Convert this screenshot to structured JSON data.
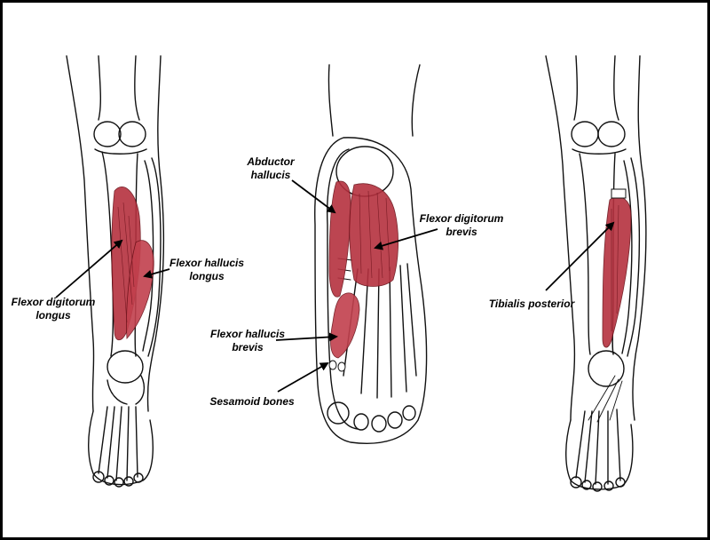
{
  "colors": {
    "muscle": "#b5313f",
    "muscle_light": "#d46a74",
    "outline": "#111111",
    "background": "#ffffff",
    "border": "#000000"
  },
  "labels": {
    "fdl_line1": "Flexor digitorum",
    "fdl_line2": "longus",
    "fhl_line1": "Flexor hallucis",
    "fhl_line2": "longus",
    "ah_line1": "Abductor",
    "ah_line2": "hallucis",
    "fdb_line1": "Flexor digitorum",
    "fdb_line2": "brevis",
    "fhb_line1": "Flexor hallucis",
    "fhb_line2": "brevis",
    "sesamoid": "Sesamoid bones",
    "tibialis": "Tibialis posterior"
  }
}
